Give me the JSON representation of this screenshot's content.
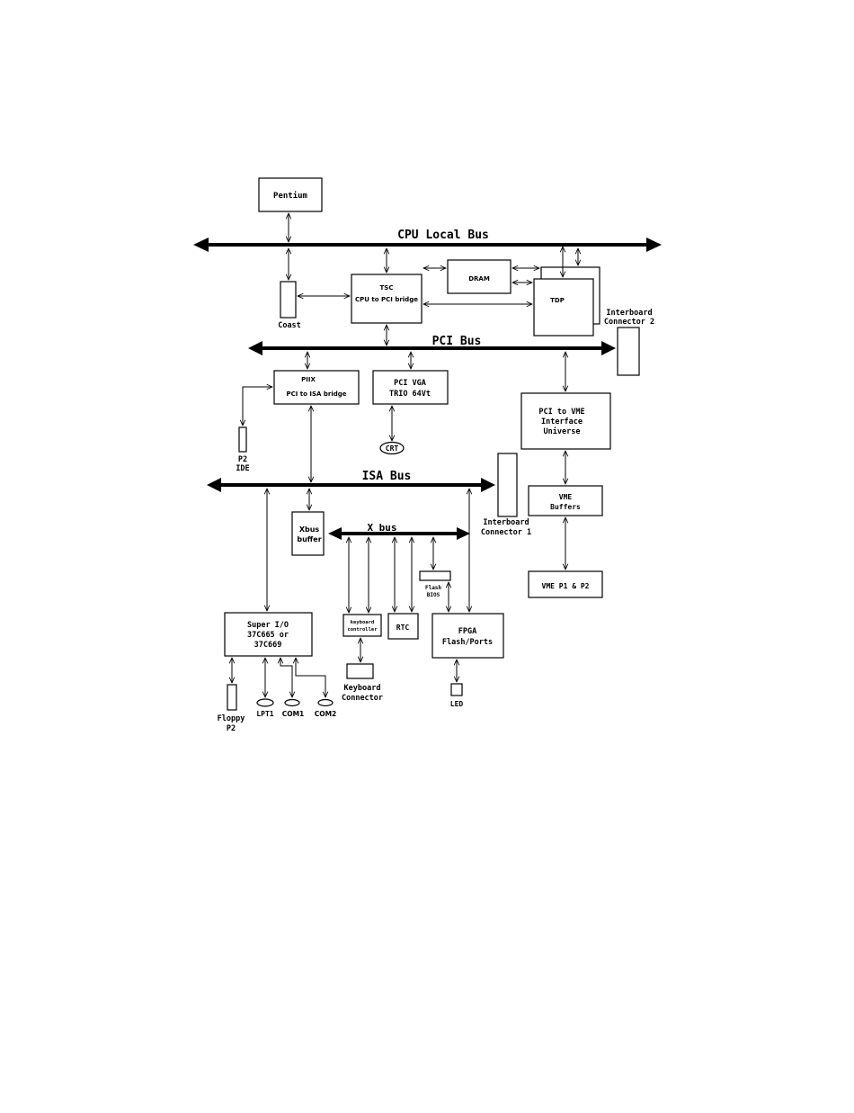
{
  "buses": {
    "cpu_local": "CPU Local Bus",
    "pci": "PCI Bus",
    "isa": "ISA Bus",
    "x": "X bus"
  },
  "blocks": {
    "pentium": "Pentium",
    "coast": "Coast",
    "tsc_1": "TSC",
    "tsc_2": "CPU to PCI bridge",
    "dram": "DRAM",
    "tdp": "TDP",
    "interboard2_1": "Interboard",
    "interboard2_2": "Connector 2",
    "piix_1": "PIIX",
    "piix_2": "PCI to ISA bridge",
    "vga_1": "PCI VGA",
    "vga_2": "TRIO 64Vt",
    "crt": "CRT",
    "p2ide_1": "P2",
    "p2ide_2": "IDE",
    "pcivme_1": "PCI to VME",
    "pcivme_2": "Interface",
    "pcivme_3": "Universe",
    "vmebuf_1": "VME",
    "vmebuf_2": "Buffers",
    "vmep": "VME P1 & P2",
    "interboard1_1": "Interboard",
    "interboard1_2": "Connector 1",
    "xbuf_1": "Xbus",
    "xbuf_2": "buffer",
    "flash_1": "Flash",
    "flash_2": "BIOS",
    "kbc_1": "keyboard",
    "kbc_2": "controller",
    "rtc": "RTC",
    "fpga_1": "FPGA",
    "fpga_2": "Flash/Ports",
    "superio_1": "Super I/O",
    "superio_2": "37C665 or",
    "superio_3": "37C669",
    "kbconn_1": "Keyboard",
    "kbconn_2": "Connector",
    "led": "LED",
    "floppy_1": "Floppy",
    "floppy_2": "P2",
    "lpt1": "LPT1",
    "com1": "COM1",
    "com2": "COM2"
  }
}
